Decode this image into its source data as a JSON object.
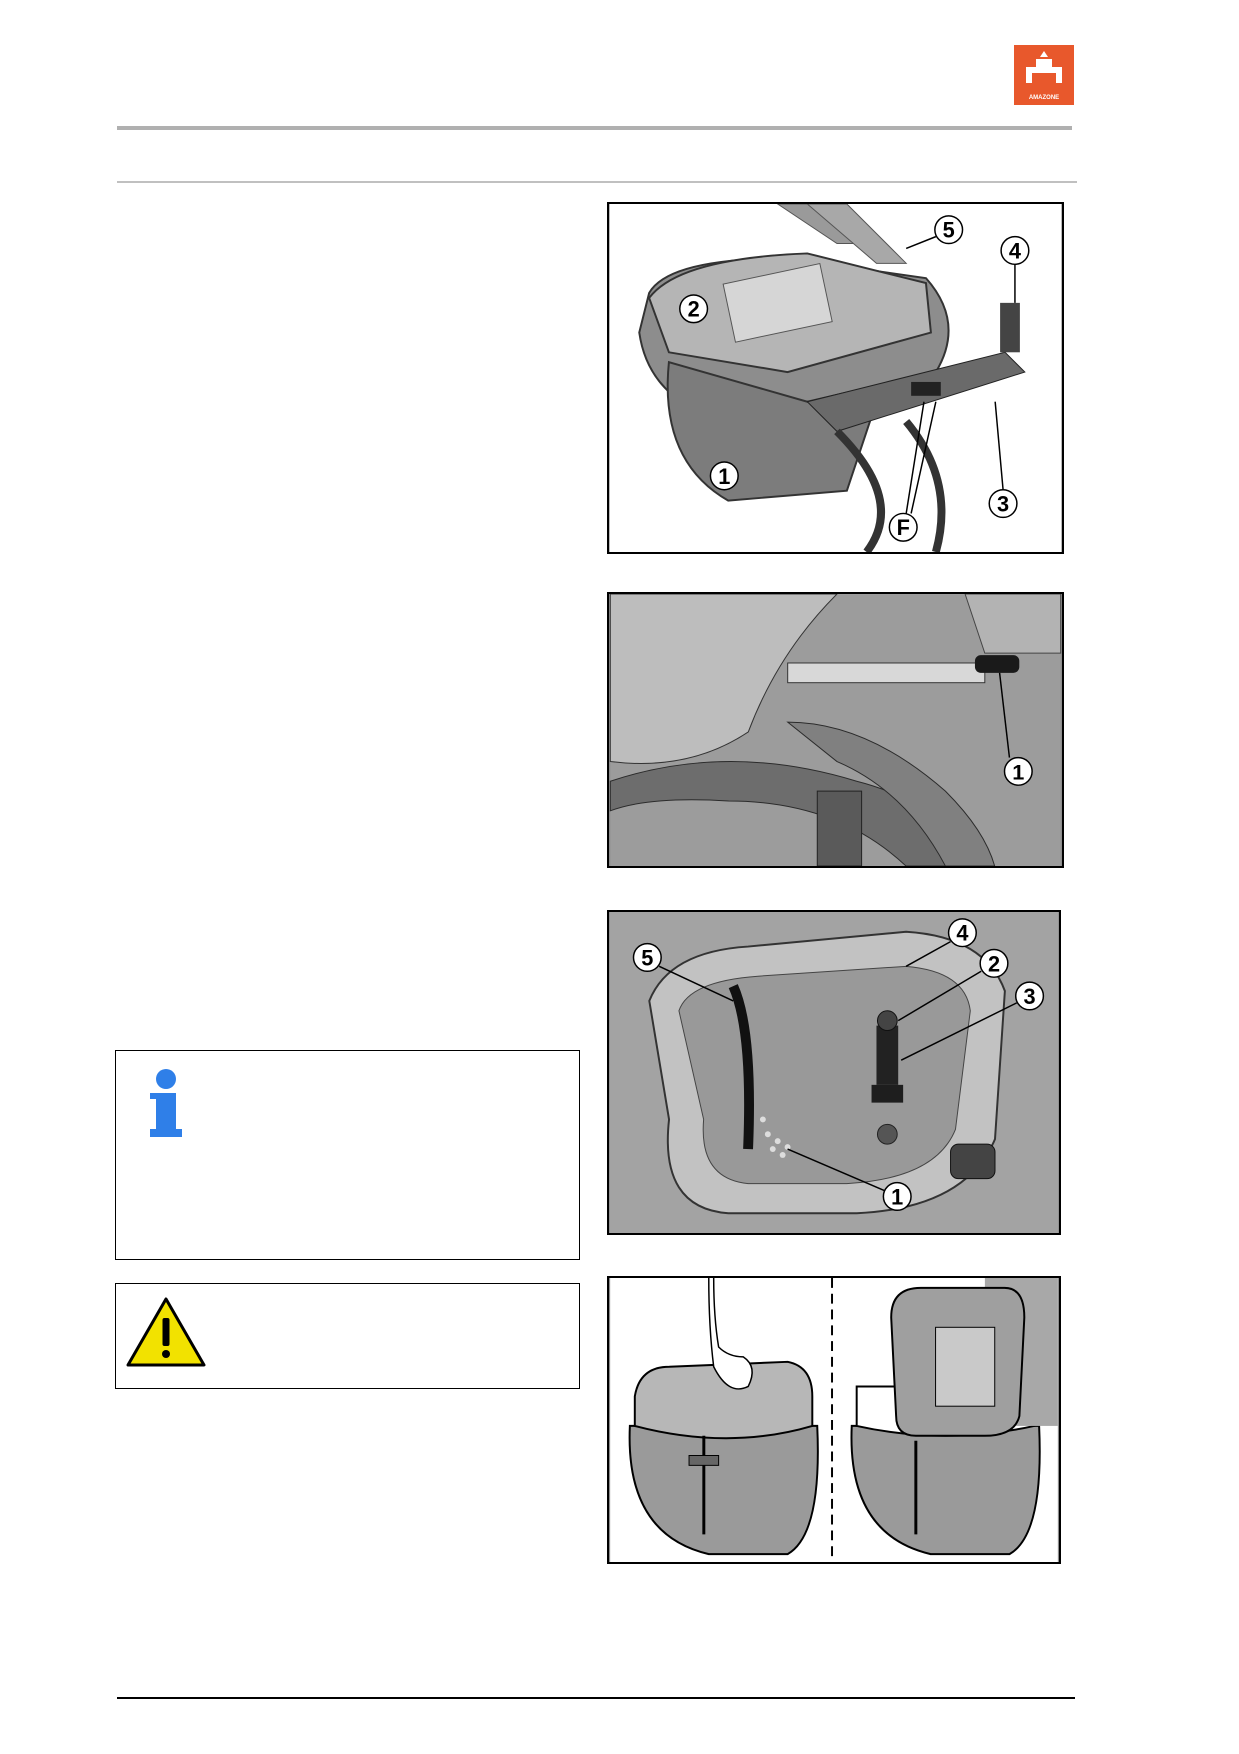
{
  "header": {
    "logo_text": "AMAZONE",
    "brand_color": "#e8582c",
    "rule_color": "#b0b0b0"
  },
  "figures": [
    {
      "id": "fig-1",
      "callouts": [
        "1",
        "2",
        "3",
        "4",
        "5",
        "F"
      ]
    },
    {
      "id": "fig-2",
      "callouts": [
        "1"
      ]
    },
    {
      "id": "fig-3",
      "callouts": [
        "1",
        "2",
        "3",
        "4",
        "5"
      ]
    },
    {
      "id": "fig-4",
      "callouts": []
    }
  ],
  "notes": {
    "info_icon": "info-icon",
    "info_color": "#2f7fe8",
    "warning_icon": "warning-triangle-icon",
    "warning_color": "#f2e200"
  }
}
